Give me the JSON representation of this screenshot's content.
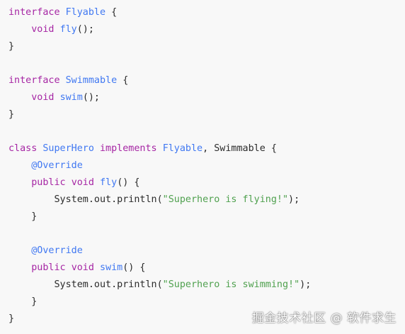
{
  "code": {
    "language": "java",
    "lines": [
      [
        {
          "t": "interface",
          "k": "kw"
        },
        {
          "t": " ",
          "k": "plain"
        },
        {
          "t": "Flyable",
          "k": "type"
        },
        {
          "t": " {",
          "k": "plain"
        }
      ],
      [
        {
          "t": "    ",
          "k": "plain"
        },
        {
          "t": "void",
          "k": "kw"
        },
        {
          "t": " ",
          "k": "plain"
        },
        {
          "t": "fly",
          "k": "fn"
        },
        {
          "t": "();",
          "k": "plain"
        }
      ],
      [
        {
          "t": "}",
          "k": "plain"
        }
      ],
      [],
      [
        {
          "t": "interface",
          "k": "kw"
        },
        {
          "t": " ",
          "k": "plain"
        },
        {
          "t": "Swimmable",
          "k": "type"
        },
        {
          "t": " {",
          "k": "plain"
        }
      ],
      [
        {
          "t": "    ",
          "k": "plain"
        },
        {
          "t": "void",
          "k": "kw"
        },
        {
          "t": " ",
          "k": "plain"
        },
        {
          "t": "swim",
          "k": "fn"
        },
        {
          "t": "();",
          "k": "plain"
        }
      ],
      [
        {
          "t": "}",
          "k": "plain"
        }
      ],
      [],
      [
        {
          "t": "class",
          "k": "kw"
        },
        {
          "t": " ",
          "k": "plain"
        },
        {
          "t": "SuperHero",
          "k": "type"
        },
        {
          "t": " ",
          "k": "plain"
        },
        {
          "t": "implements",
          "k": "kw"
        },
        {
          "t": " ",
          "k": "plain"
        },
        {
          "t": "Flyable",
          "k": "type"
        },
        {
          "t": ", Swimmable {",
          "k": "plain"
        }
      ],
      [
        {
          "t": "    ",
          "k": "plain"
        },
        {
          "t": "@Override",
          "k": "ann"
        }
      ],
      [
        {
          "t": "    ",
          "k": "plain"
        },
        {
          "t": "public",
          "k": "kw"
        },
        {
          "t": " ",
          "k": "plain"
        },
        {
          "t": "void",
          "k": "kw"
        },
        {
          "t": " ",
          "k": "plain"
        },
        {
          "t": "fly",
          "k": "fn"
        },
        {
          "t": "() {",
          "k": "plain"
        }
      ],
      [
        {
          "t": "        System.out.println(",
          "k": "plain"
        },
        {
          "t": "\"Superhero is flying!\"",
          "k": "str"
        },
        {
          "t": ");",
          "k": "plain"
        }
      ],
      [
        {
          "t": "    }",
          "k": "plain"
        }
      ],
      [],
      [
        {
          "t": "    ",
          "k": "plain"
        },
        {
          "t": "@Override",
          "k": "ann"
        }
      ],
      [
        {
          "t": "    ",
          "k": "plain"
        },
        {
          "t": "public",
          "k": "kw"
        },
        {
          "t": " ",
          "k": "plain"
        },
        {
          "t": "void",
          "k": "kw"
        },
        {
          "t": " ",
          "k": "plain"
        },
        {
          "t": "swim",
          "k": "fn"
        },
        {
          "t": "() {",
          "k": "plain"
        }
      ],
      [
        {
          "t": "        System.out.println(",
          "k": "plain"
        },
        {
          "t": "\"Superhero is swimming!\"",
          "k": "str"
        },
        {
          "t": ");",
          "k": "plain"
        }
      ],
      [
        {
          "t": "    }",
          "k": "plain"
        }
      ],
      [
        {
          "t": "}",
          "k": "plain"
        }
      ]
    ]
  },
  "watermark": {
    "text": "掘金技术社区 @ 软件求生"
  },
  "colors": {
    "background": "#f8f8f8",
    "keyword": "#a626a4",
    "type": "#4078f2",
    "function": "#4078f2",
    "annotation": "#4078f2",
    "string": "#50a14f",
    "plain": "#2b2b2b"
  }
}
